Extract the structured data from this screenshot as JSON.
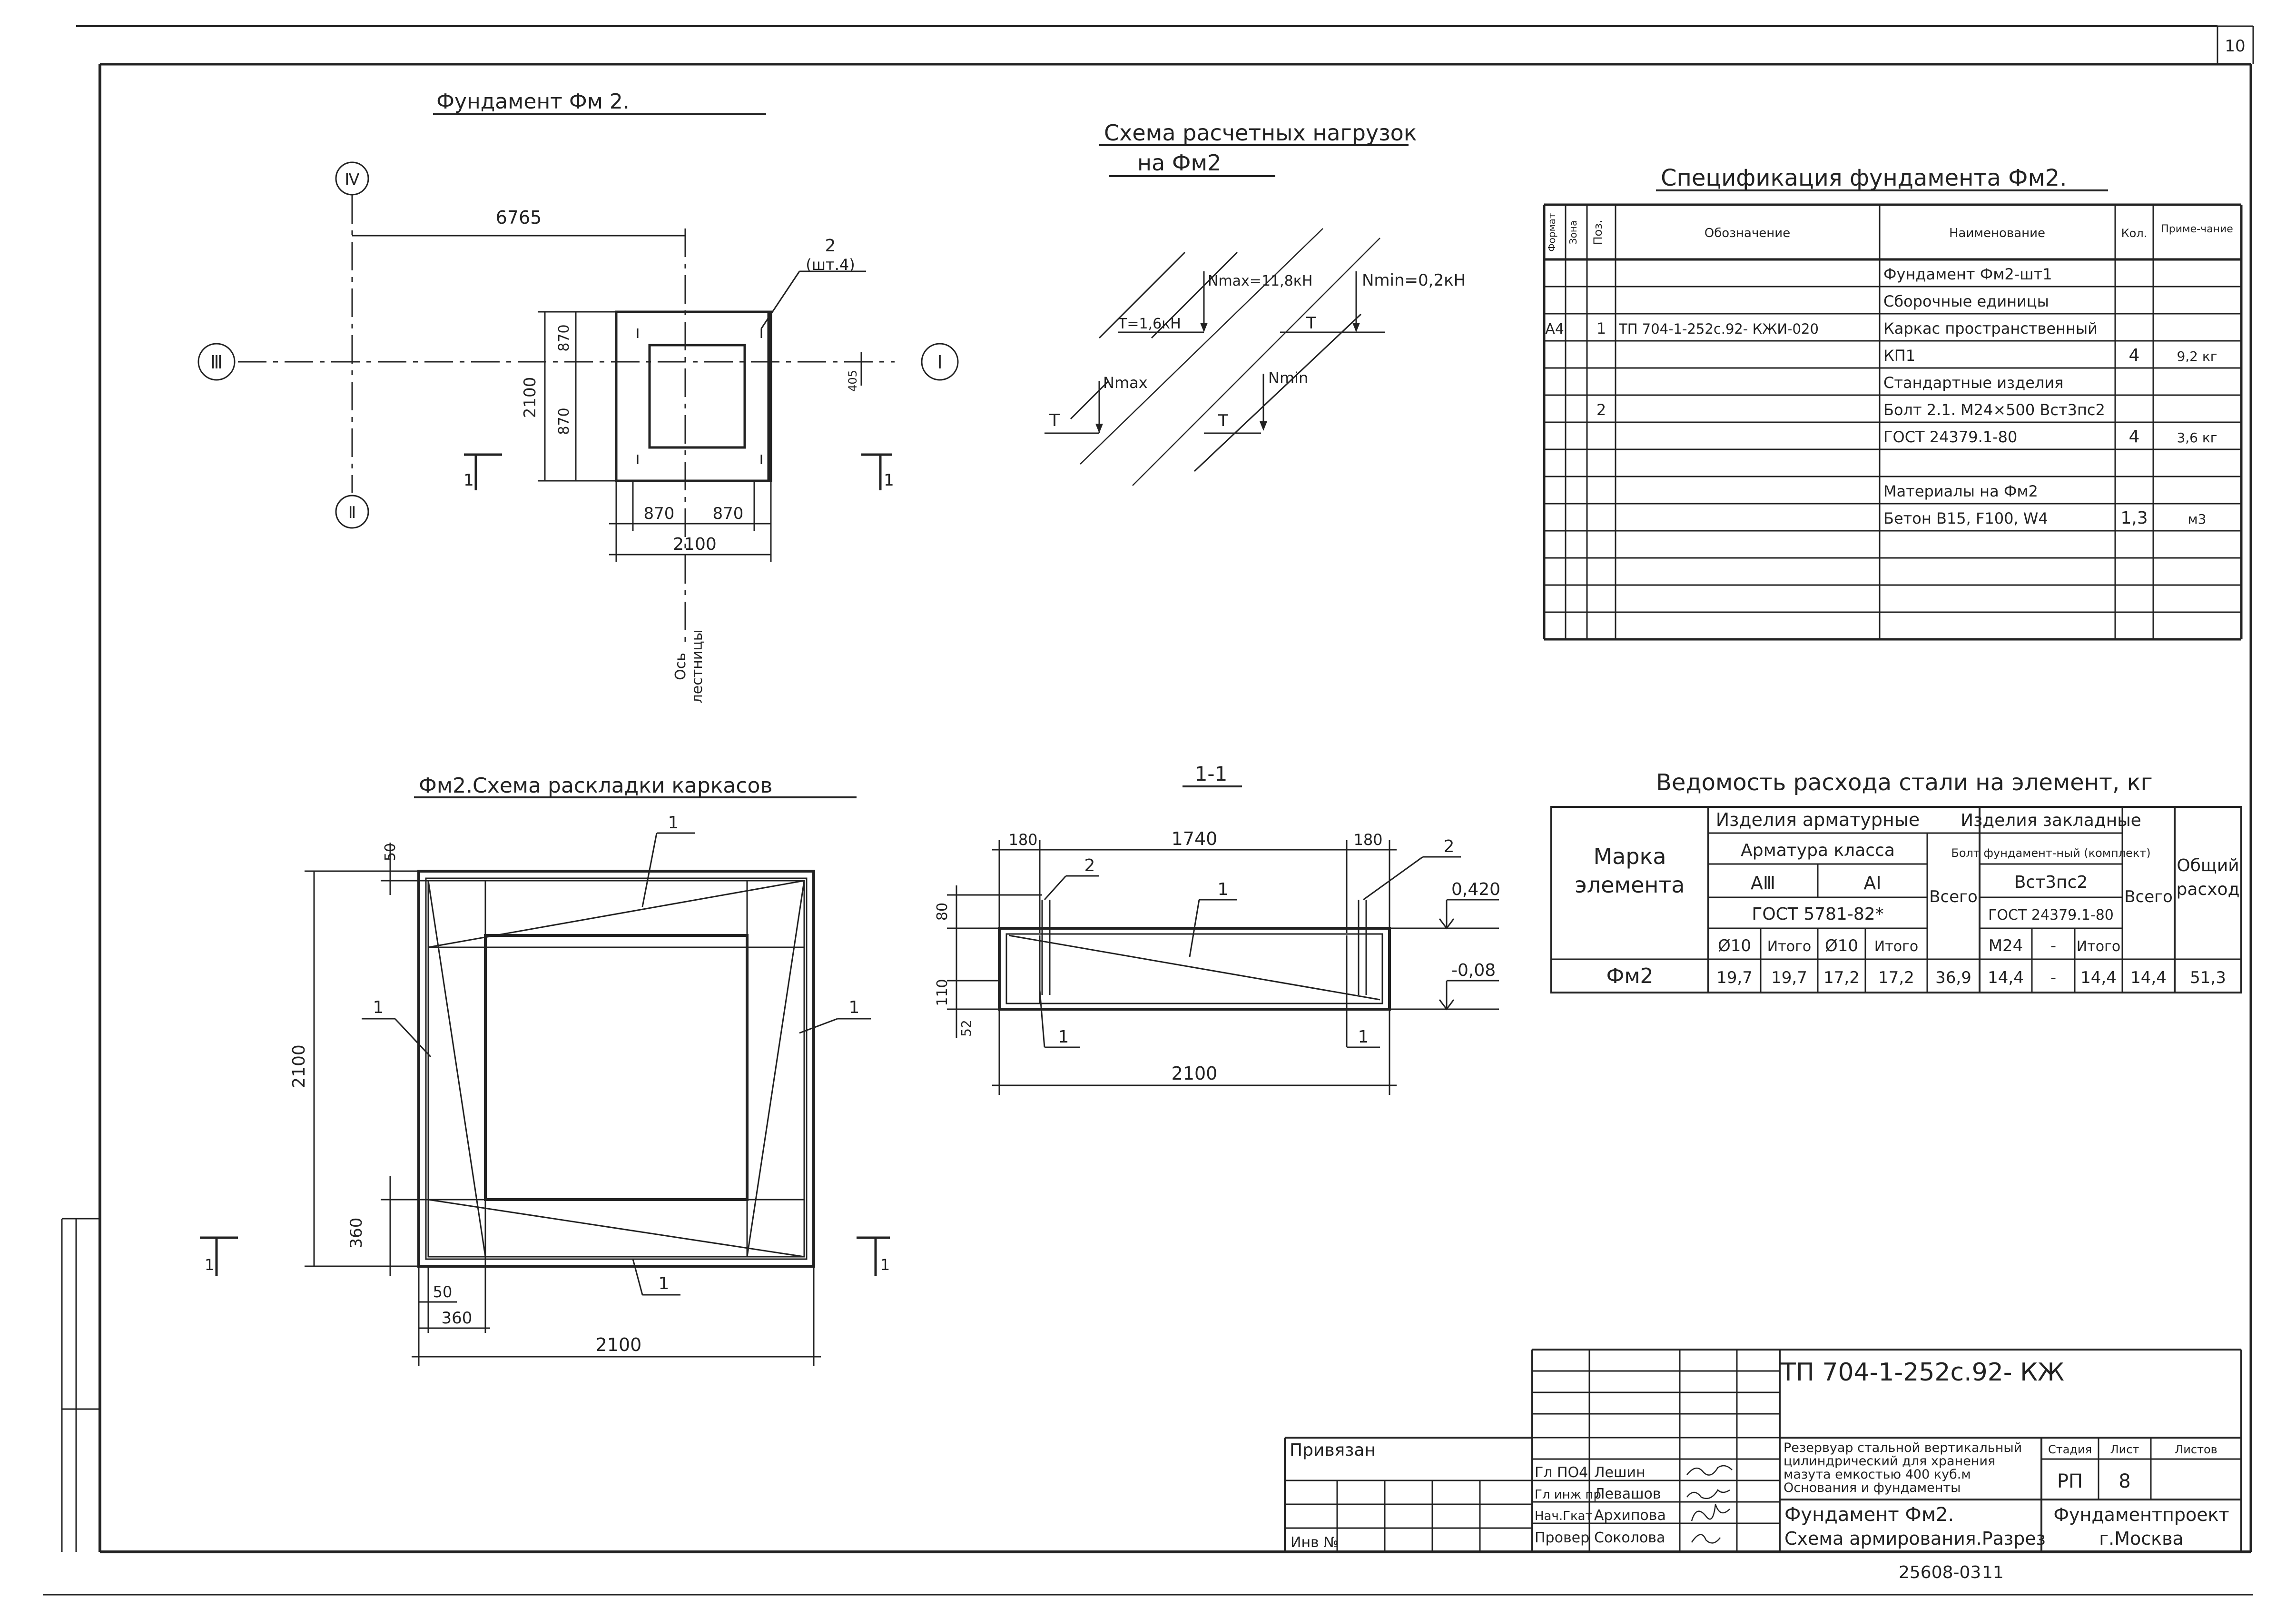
{
  "sheet": {
    "page_number": "10",
    "archive_number": "25608-03",
    "archive_sheet": "11"
  },
  "plan": {
    "title": "Фундамент Фм 2.",
    "axes": {
      "iv": "Ⅳ",
      "iii": "Ⅲ",
      "i": "Ⅰ",
      "ii": "Ⅱ"
    },
    "dim_offset": "6765",
    "dim_width": "2100",
    "dim_height": "2100",
    "dim_half_left": "870",
    "dim_half_right": "870",
    "dim_upper": "870",
    "dim_lower": "870",
    "dim_small": "405",
    "callout_num": "2",
    "callout_note": "(шт.4)",
    "section_left": "1",
    "section_right": "1",
    "stair_axis_line1": "Ось",
    "stair_axis_line2": "лестницы"
  },
  "loads": {
    "title_line1": "Схема расчетных нагрузок",
    "title_line2": "на Фм2",
    "nmax_value": "Nmax=11,8кН",
    "nmin_value": "Nmin=0,2кН",
    "t_value": "Т=1,6кН",
    "t_label": "Т",
    "nmax": "Nmax",
    "nmin": "Nmin"
  },
  "spec": {
    "title": "Спецификация фундамента Фм2.",
    "headers": {
      "format": "Формат",
      "zone": "Зона",
      "pos": "Поз.",
      "designation": "Обозначение",
      "name": "Наименование",
      "qty": "Кол.",
      "note": "Приме-чание"
    },
    "rows": [
      {
        "format": "",
        "pos": "",
        "designation": "",
        "name": "Фундамент Фм2-шт1",
        "qty": "",
        "note": ""
      },
      {
        "format": "",
        "pos": "",
        "designation": "",
        "name": "Сборочные единицы",
        "qty": "",
        "note": ""
      },
      {
        "format": "А4",
        "pos": "1",
        "designation": "ТП 704-1-252с.92- КЖИ-020",
        "name": "Каркас пространственный",
        "qty": "",
        "note": ""
      },
      {
        "format": "",
        "pos": "",
        "designation": "",
        "name": "КП1",
        "qty": "4",
        "note": "9,2 кг"
      },
      {
        "format": "",
        "pos": "",
        "designation": "",
        "name": "Стандартные изделия",
        "qty": "",
        "note": ""
      },
      {
        "format": "",
        "pos": "2",
        "designation": "",
        "name": "Болт 2.1. М24×500 Вст3пс2",
        "qty": "",
        "note": ""
      },
      {
        "format": "",
        "pos": "",
        "designation": "",
        "name": "ГОСТ 24379.1-80",
        "qty": "4",
        "note": "3,6 кг"
      },
      {
        "format": "",
        "pos": "",
        "designation": "",
        "name": "",
        "qty": "",
        "note": ""
      },
      {
        "format": "",
        "pos": "",
        "designation": "",
        "name": "Материалы на Фм2",
        "qty": "",
        "note": ""
      },
      {
        "format": "",
        "pos": "",
        "designation": "",
        "name": "Бетон В15, F100, W4",
        "qty": "1,3",
        "note": "м3"
      },
      {
        "format": "",
        "pos": "",
        "designation": "",
        "name": "",
        "qty": "",
        "note": ""
      },
      {
        "format": "",
        "pos": "",
        "designation": "",
        "name": "",
        "qty": "",
        "note": ""
      },
      {
        "format": "",
        "pos": "",
        "designation": "",
        "name": "",
        "qty": "",
        "note": ""
      },
      {
        "format": "",
        "pos": "",
        "designation": "",
        "name": "",
        "qty": "",
        "note": ""
      }
    ]
  },
  "layout": {
    "title": "Фм2.Схема раскладки каркасов",
    "dim_height": "2100",
    "dim_width": "2100",
    "dim_top": "50",
    "dim_bottom_v": "360",
    "dim_bottom_h1": "50",
    "dim_bottom_h2": "360",
    "callout_top": "1",
    "callout_left": "1",
    "callout_right": "1",
    "callout_bottom": "1",
    "section_left": "1",
    "section_right": "1"
  },
  "section": {
    "title": "1-1",
    "dim_top_left": "180",
    "dim_top_mid": "1740",
    "dim_top_right": "180",
    "dim_bottom": "2100",
    "dim_v1": "80",
    "dim_v2": "110",
    "dim_v3": "52",
    "level_top": "0,420",
    "level_bottom": "-0,08",
    "callout_2a": "2",
    "callout_2b": "2",
    "callout_1_top": "1",
    "callout_1_left": "1",
    "callout_1_right": "1"
  },
  "steel": {
    "title": "Ведомость расхода стали на элемент, кг",
    "h_mark": "Марка элемента",
    "h_rebar": "Изделия арматурные",
    "h_embed": "Изделия закладные",
    "h_total": "Общий расход",
    "h_class": "Арматура класса",
    "h_aiii": "АⅢ",
    "h_ai": "АⅠ",
    "h_gost_rebar": "ГОСТ 5781-82*",
    "h_vsego1": "Всего",
    "h_bolt": "Болт фундамент-ный (комплект)",
    "h_vst": "Вст3пс2",
    "h_gost_bolt": "ГОСТ 24379.1-80",
    "h_vsego2": "Всего",
    "h_d10a": "Ø10",
    "h_itog1": "Итого",
    "h_d10b": "Ø10",
    "h_itog2": "Итого",
    "h_m24": "М24",
    "h_dash": "-",
    "h_itog3": "Итого",
    "row": {
      "mark": "Фм2",
      "d10a": "19,7",
      "itog1": "19,7",
      "d10b": "17,2",
      "itog2": "17,2",
      "vsego1": "36,9",
      "m24": "14,4",
      "dash": "-",
      "itog3": "14,4",
      "vsego2": "14,4",
      "total": "51,3"
    }
  },
  "stamp": {
    "code": "ТП 704-1-252с.92- КЖ",
    "privyazan": "Привязан",
    "inv_no": "Инв №",
    "roles": [
      "Гл ПО4",
      "Гл инж пр",
      "Нач.Гкат",
      "Провер"
    ],
    "names": [
      "Лешин",
      "Левашов",
      "Архипова",
      "Соколова"
    ],
    "project_line1": "Резервуар стальной вертикальный",
    "project_line2": "цилиндрический для хранения",
    "project_line3": "мазута емкостью 400 куб.м",
    "project_line4": "Основания и фундаменты",
    "h_stage": "Стадия",
    "h_sheet": "Лист",
    "h_sheets": "Листов",
    "stage": "РП",
    "sheet_no": "8",
    "drawing_title1": "Фундамент Фм2.",
    "drawing_title2": "Схема армирования.Разрез",
    "org_line1": "Фундаментпроект",
    "org_line2": "г.Москва"
  }
}
